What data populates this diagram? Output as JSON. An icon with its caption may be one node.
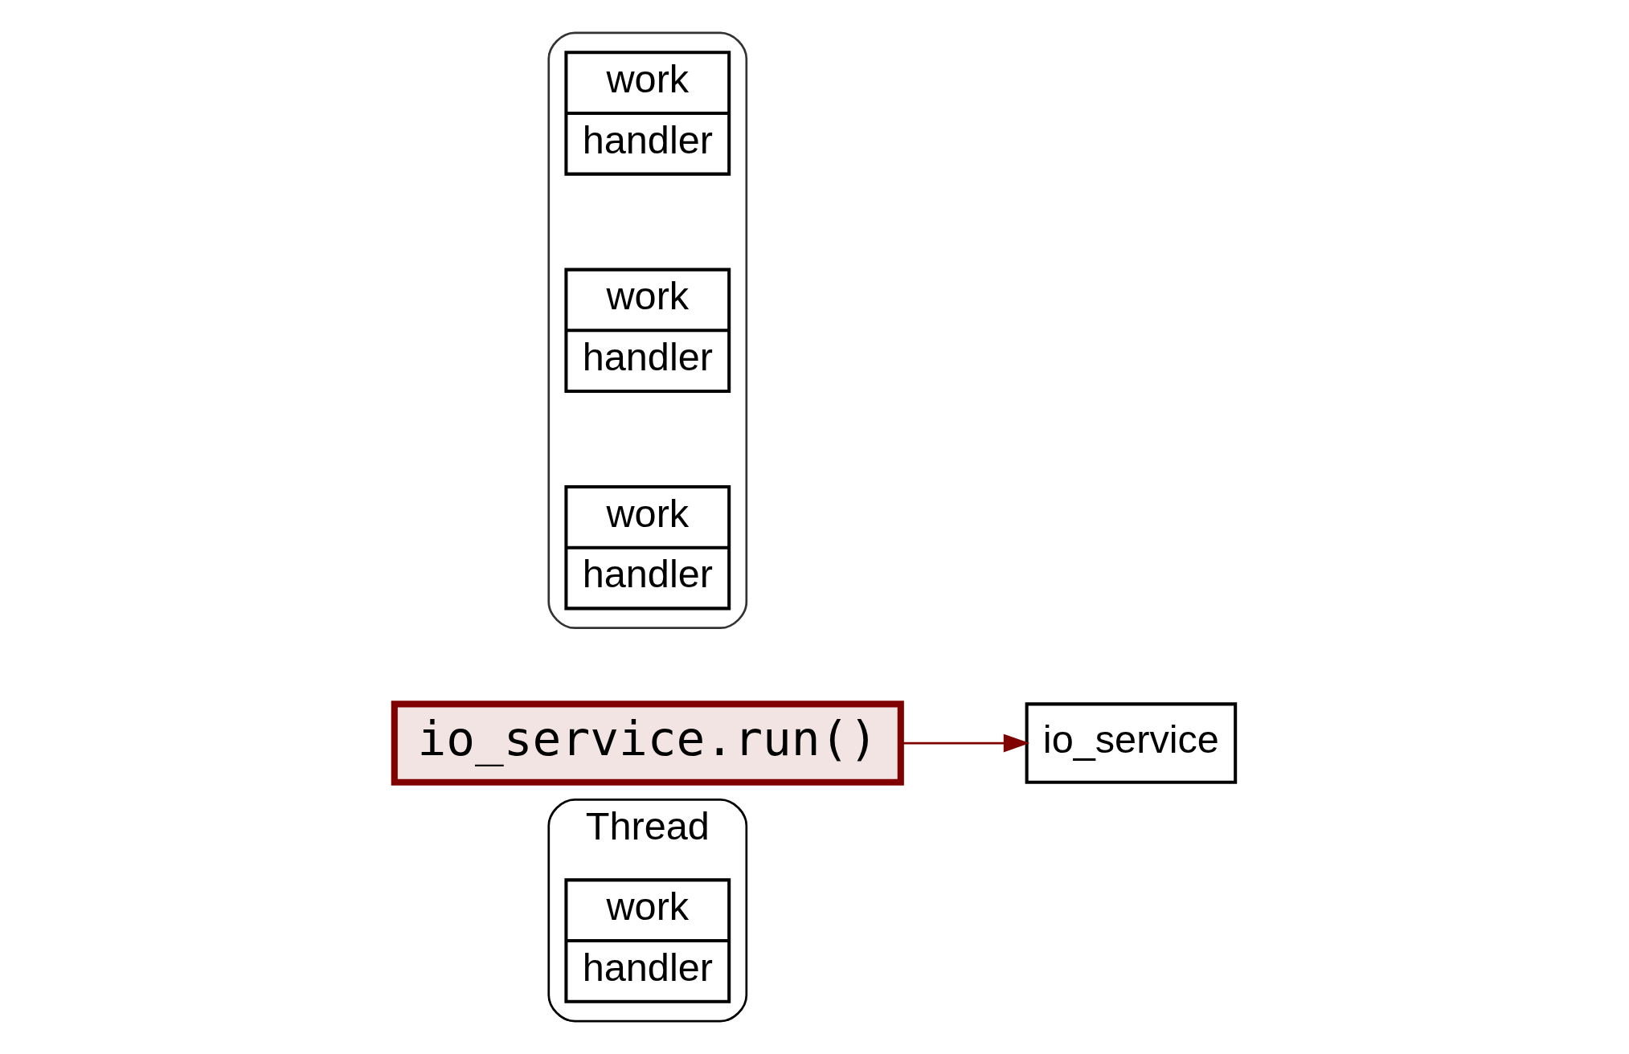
{
  "diagram": {
    "nodes": [
      {
        "text": [
          "Thread"
        ]
      },
      {
        "text": [
          "work",
          "handler"
        ],
        "in": 0
      },
      {
        "text": [
          "io_service.run()"
        ]
      },
      {
        "text": [
          "io_service"
        ]
      },
      {
        "text": [],
        "shape": "cloud"
      },
      {
        "text": [
          "work",
          "handler"
        ],
        "in": 4
      },
      {
        "text": [
          "work",
          "handler"
        ],
        "in": 4
      },
      {
        "text": [
          "work",
          "handler"
        ],
        "in": 4
      }
    ],
    "edges": [
      {
        "from": 2,
        "to": 3,
        "arrow": "to",
        "color": "#800000"
      }
    ]
  }
}
